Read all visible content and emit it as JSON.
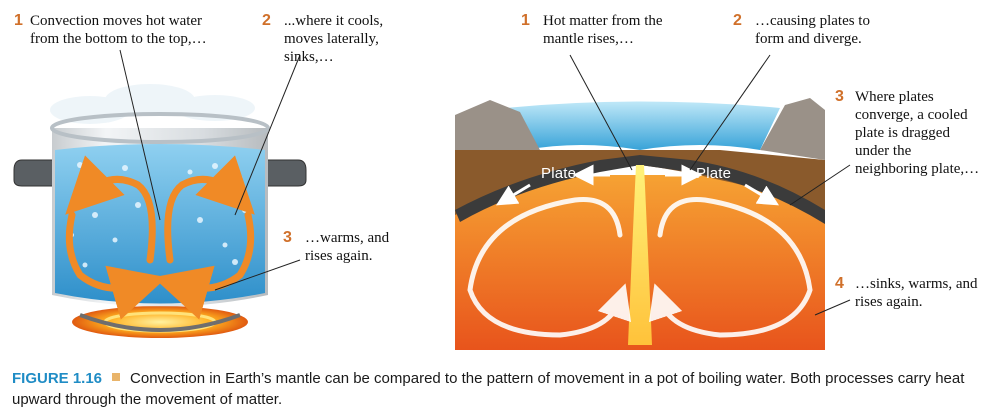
{
  "pot_callouts": [
    {
      "number": "1",
      "lines": [
        "Convection moves hot water",
        "from the bottom to the top,…"
      ]
    },
    {
      "number": "2",
      "lines": [
        "...where it cools,",
        "moves laterally,",
        "sinks,…"
      ]
    },
    {
      "number": "3",
      "lines": [
        "…warms, and",
        "rises again."
      ]
    }
  ],
  "earth_callouts": [
    {
      "number": "1",
      "lines": [
        "Hot matter from the",
        "mantle rises,…"
      ]
    },
    {
      "number": "2",
      "lines": [
        "…causing plates to",
        "form and diverge."
      ]
    },
    {
      "number": "3",
      "lines": [
        "Where plates",
        "converge, a cooled",
        "plate is dragged",
        "under the",
        "neighboring plate,…"
      ]
    },
    {
      "number": "4",
      "lines": [
        "…sinks, warms, and",
        "rises again."
      ]
    }
  ],
  "plate_labels": [
    "Plate",
    "Plate"
  ],
  "caption": {
    "figure": "FIGURE 1.16",
    "text": "Convection in Earth’s mantle can be compared to the pattern of movement in a pot of boiling water. Both processes carry heat upward through the movement of matter."
  },
  "colors": {
    "callout_number": "#d0702a",
    "figure_label": "#1f8cc5",
    "arrow_orange": "#f08a26",
    "water_blue": "#4aa7d8",
    "mantle_orange": "#f59c2a"
  }
}
